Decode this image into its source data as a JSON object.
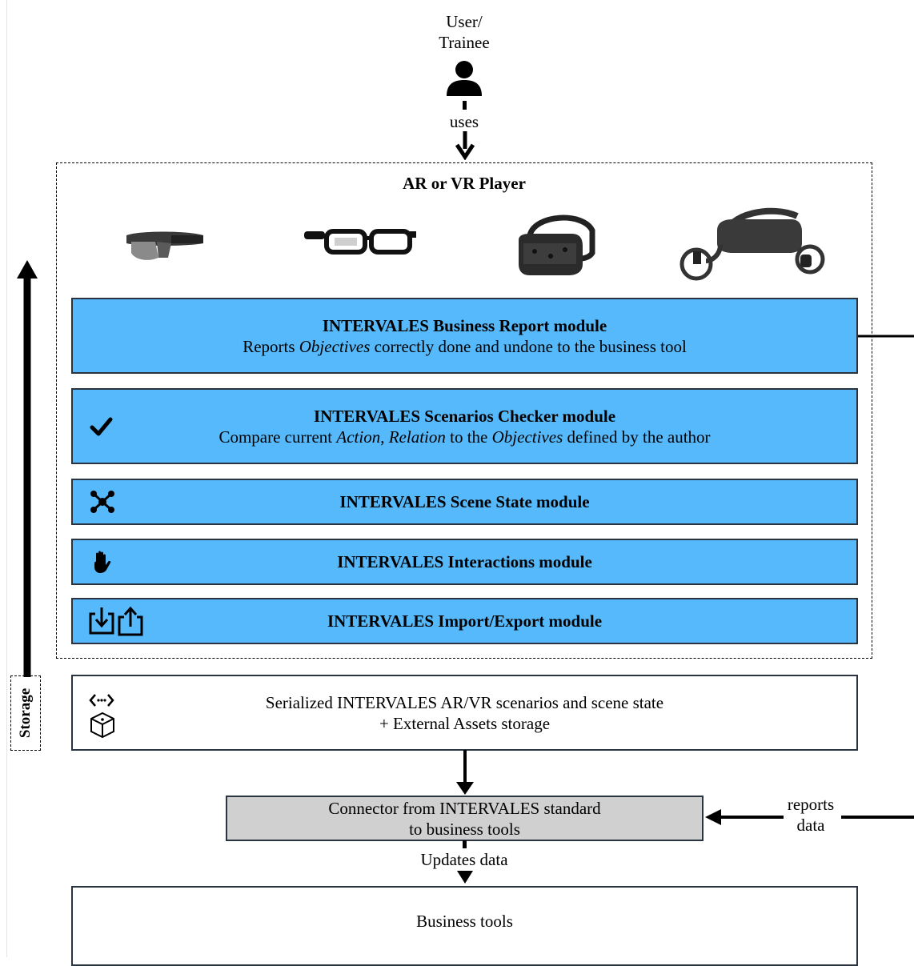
{
  "user": {
    "label_line1": "User/",
    "label_line2": "Trainee",
    "icon": "person-icon",
    "uses_label": "uses"
  },
  "player": {
    "title": "AR or VR Player"
  },
  "devices": [
    "hololens-headset",
    "smart-glasses",
    "htc-vive-headset",
    "oculus-rift-headset"
  ],
  "modules": {
    "business_report": {
      "title": "INTERVALES Business Report module",
      "desc_before": "Reports ",
      "desc_italic": "Objectives",
      "desc_after": " correctly done and undone to the business tool"
    },
    "scenarios_checker": {
      "title": "INTERVALES Scenarios Checker module",
      "desc_1": "Compare current ",
      "desc_2_italic": "Action",
      "desc_3": ", ",
      "desc_4_italic": "Relation",
      "desc_5": " to the ",
      "desc_6_italic": "Objectives",
      "desc_7": " defined by the author",
      "icon": "checkmark-icon"
    },
    "scene_state": {
      "title": "INTERVALES Scene State module",
      "icon": "graph-nodes-icon"
    },
    "interactions": {
      "title": "INTERVALES Interactions module",
      "icon": "hand-icon"
    },
    "import_export": {
      "title": "INTERVALES Import/Export module",
      "icons": [
        "import-icon",
        "export-icon"
      ]
    }
  },
  "storage": {
    "tag": "Storage",
    "line1": "Serialized INTERVALES AR/VR scenarios and scene state",
    "line2": "+ External Assets storage",
    "icons": [
      "code-icon",
      "cube-icon"
    ]
  },
  "connector": {
    "line1": "Connector from INTERVALES standard",
    "line2": "to business tools"
  },
  "edges": {
    "reports_data_line1": "reports",
    "reports_data_line2": "data",
    "updates_data": "Updates data"
  },
  "business_tools": {
    "label": "Business tools"
  },
  "colors": {
    "module_fill": "#55b9fb",
    "connector_fill": "#d0d0d0",
    "border": "#2a3440"
  }
}
